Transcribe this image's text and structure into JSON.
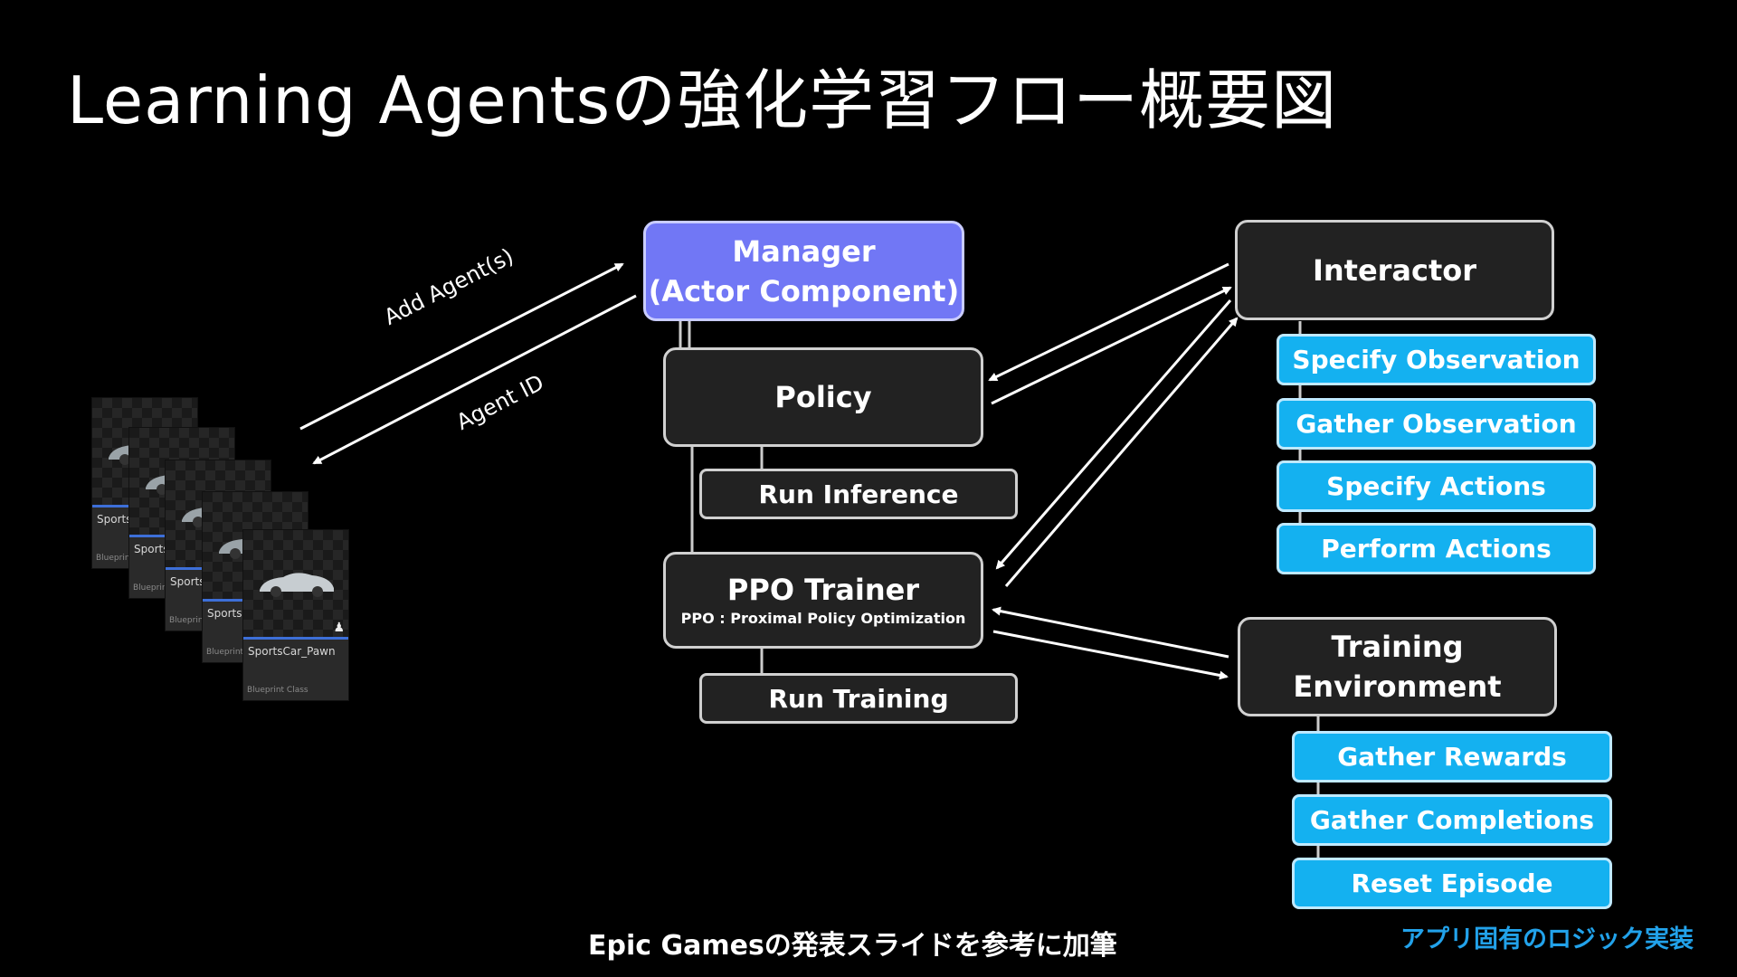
{
  "title": "Learning Agentsの強化学習フロー概要図",
  "manager": {
    "line1": "Manager",
    "line2": "(Actor Component)"
  },
  "policy": {
    "label": "Policy",
    "task": "Run Inference"
  },
  "trainer": {
    "label": "PPO Trainer",
    "subtitle": "PPO : Proximal Policy Optimization",
    "task": "Run Training"
  },
  "interactor": {
    "label": "Interactor",
    "items": [
      "Specify Observation",
      "Gather Observation",
      "Specify Actions",
      "Perform Actions"
    ]
  },
  "training_env": {
    "line1": "Training",
    "line2": "Environment",
    "items": [
      "Gather Rewards",
      "Gather Completions",
      "Reset Episode"
    ]
  },
  "arrows": {
    "add_agent": "Add Agent(s)",
    "agent_id": "Agent ID"
  },
  "assets": {
    "cards": [
      {
        "name": "Sports",
        "type": "Blueprint"
      },
      {
        "name": "Sports",
        "type": "Blueprint"
      },
      {
        "name": "Sports",
        "type": "Blueprint"
      },
      {
        "name": "Sports",
        "type": "Blueprint"
      },
      {
        "name": "SportsCar_Pawn",
        "type": "Blueprint Class"
      }
    ]
  },
  "footer": "Epic Gamesの発表スライドを参考に加筆",
  "note": "アプリ固有のロジック実装",
  "colors": {
    "manager_fill": "#7177f5",
    "app_logic_fill": "#14b1f0",
    "note_text": "#22a2ea",
    "dark_fill": "#222222"
  }
}
